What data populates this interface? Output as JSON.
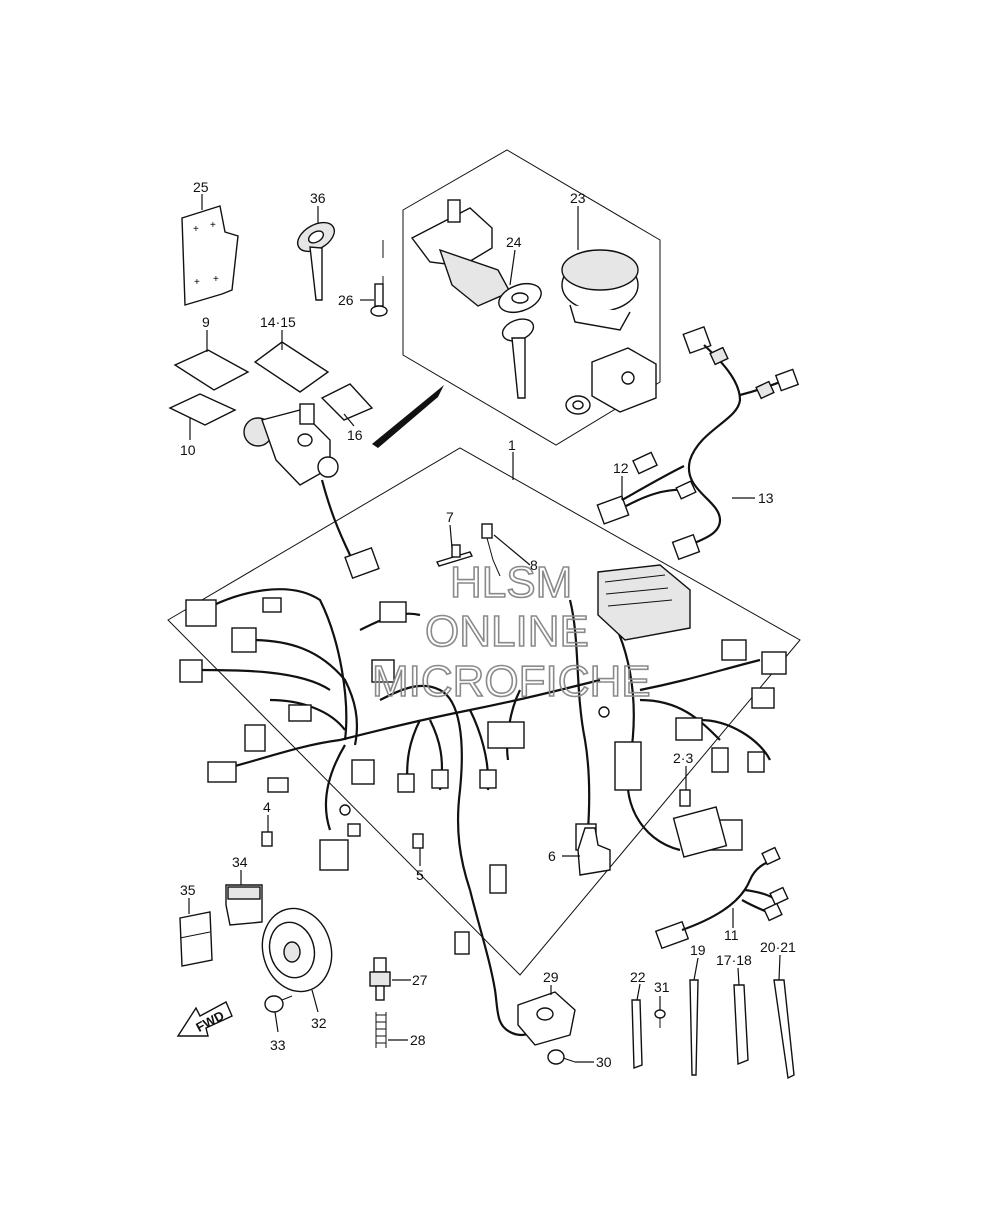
{
  "diagram": {
    "callouts": {
      "c1": "1",
      "c2_3": "2·3",
      "c4": "4",
      "c5": "5",
      "c6": "6",
      "c7": "7",
      "c8": "8",
      "c9": "9",
      "c10": "10",
      "c11": "11",
      "c12": "12",
      "c13": "13",
      "c14_15": "14·15",
      "c16": "16",
      "c17_18": "17·18",
      "c19": "19",
      "c20_21": "20·21",
      "c22": "22",
      "c23": "23",
      "c24": "24",
      "c25": "25",
      "c26": "26",
      "c27": "27",
      "c28": "28",
      "c29": "29",
      "c30": "30",
      "c31": "31",
      "c32": "32",
      "c33": "33",
      "c34": "34",
      "c35": "35",
      "c36": "36"
    },
    "fwd_label": "FWD",
    "watermark": {
      "line1": "HLSM",
      "line2": "ONLINE",
      "line3": "MICROFICHE"
    }
  }
}
